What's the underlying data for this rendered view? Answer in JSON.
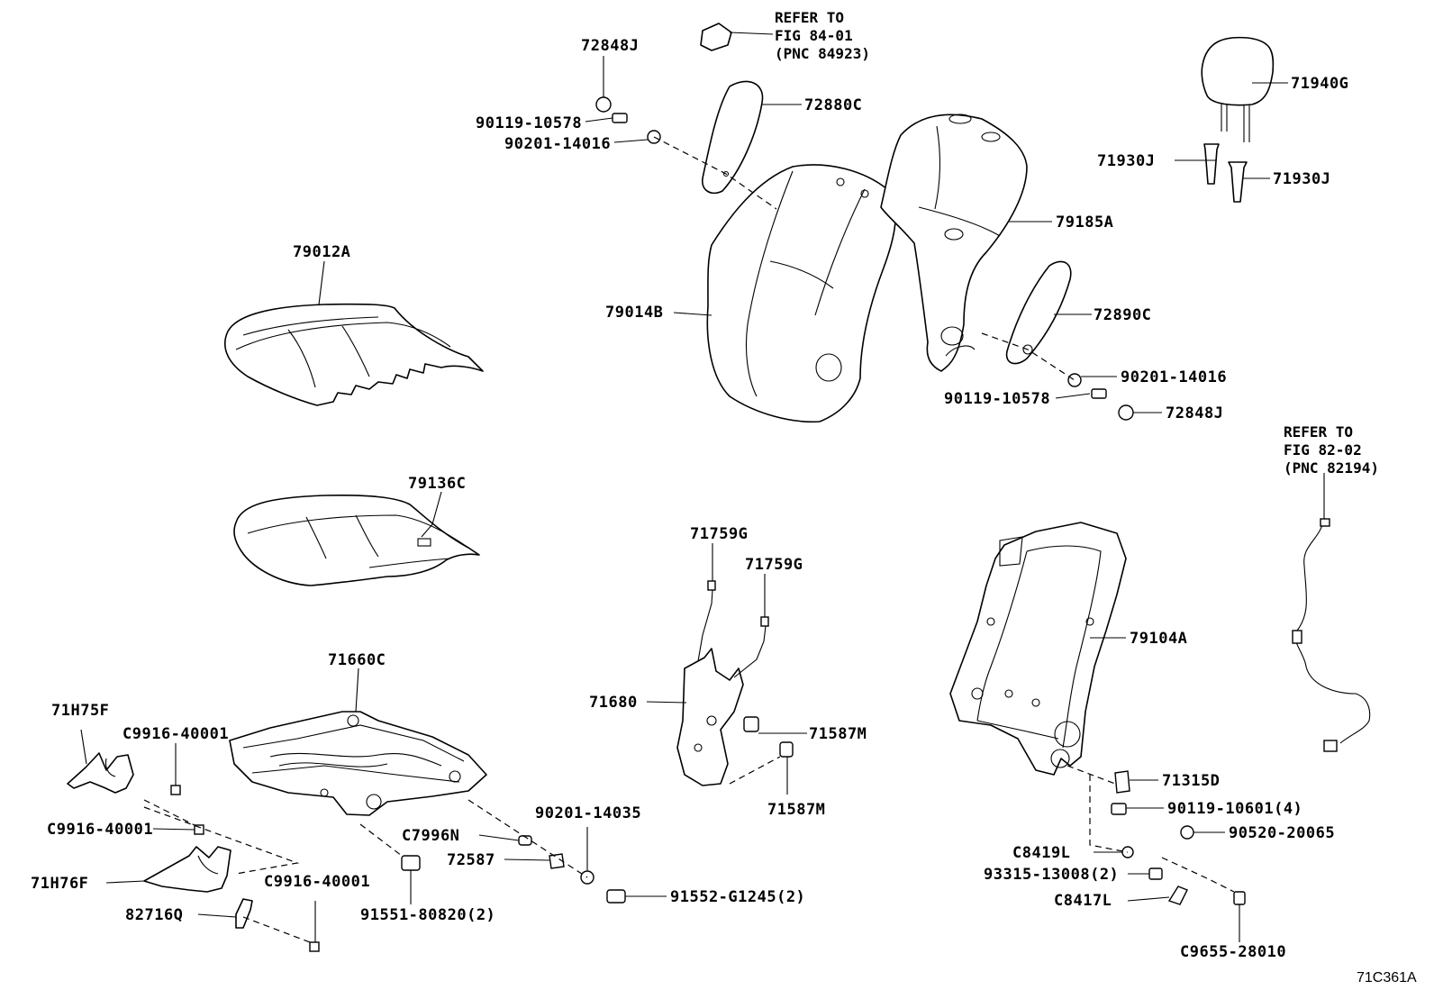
{
  "diagram_code": "71C361A",
  "references": [
    {
      "id": "ref-84-01",
      "lines": [
        "REFER TO",
        "FIG 84-01",
        "(PNC 84923)"
      ]
    },
    {
      "id": "ref-82-02",
      "lines": [
        "REFER TO",
        "FIG 82-02",
        "(PNC 82194)"
      ]
    }
  ],
  "labels": [
    "72848J",
    "90119-10578",
    "90201-14016",
    "72880C",
    "71940G",
    "71930J",
    "71930J",
    "79185A",
    "79012A",
    "79014B",
    "72890C",
    "90201-14016",
    "90119-10578",
    "72848J",
    "79136C",
    "71759G",
    "71759G",
    "71660C",
    "71680",
    "71587M",
    "71587M",
    "71H75F",
    "C9916-40001",
    "C9916-40001",
    "71H76F",
    "C9916-40001",
    "82716Q",
    "90201-14035",
    "C7996N",
    "72587",
    "91551-80820(2)",
    "91552-G1245(2)",
    "79104A",
    "71315D",
    "90119-10601(4)",
    "90520-20065",
    "C8419L",
    "93315-13008(2)",
    "C8417L",
    "C9655-28010"
  ]
}
